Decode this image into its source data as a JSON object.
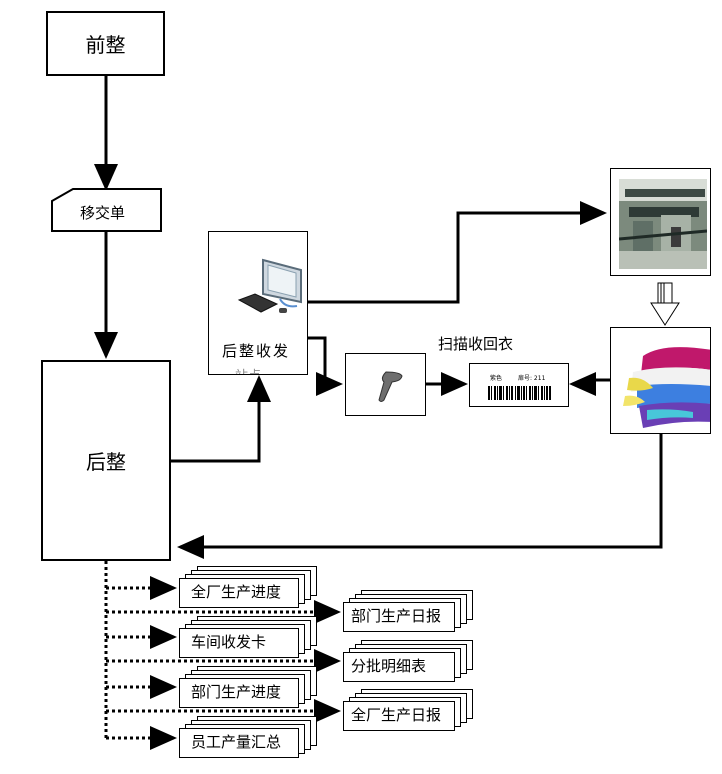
{
  "nodes": {
    "front_finish": "前整",
    "transfer_sheet": "移交单",
    "back_finish": "后整",
    "pc_station": "后整收发",
    "pc_station_hidden": "站点",
    "scan_label": "扫描收回衣",
    "barcode_text_1": "紫色",
    "barcode_text_2": "扉号: 211"
  },
  "reports": [
    "全厂生产进度",
    "部门生产日报",
    "车间收发卡",
    "分批明细表",
    "部门生产进度",
    "全厂生产日报",
    "员工产量汇总"
  ],
  "icons": {
    "computer": "computer-icon",
    "scanner": "barcode-scanner-icon",
    "barcode": "barcode-label-icon",
    "machine_photo": "knitting-machine-photo",
    "sweater_photo": "sweater-stack-photo",
    "down_arrow": "hollow-down-arrow-icon"
  }
}
